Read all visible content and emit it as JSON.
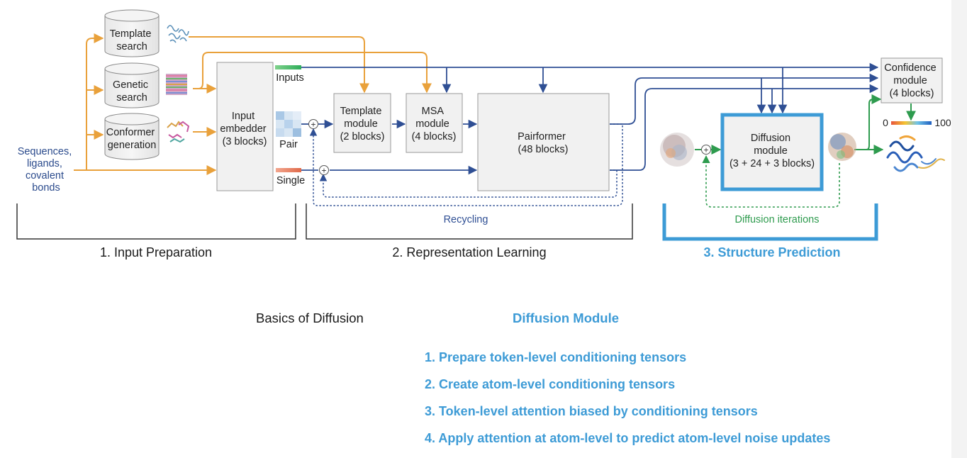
{
  "diagram": {
    "inputs": {
      "sequences": [
        "Sequences,",
        "ligands,",
        "covalent",
        "bonds"
      ]
    },
    "search_boxes": {
      "template_search": [
        "Template",
        "search"
      ],
      "genetic_search": [
        "Genetic",
        "search"
      ],
      "conformer_generation": [
        "Conformer",
        "generation"
      ]
    },
    "input_embedder": [
      "Input",
      "embedder",
      "(3 blocks)"
    ],
    "rep_labels": {
      "inputs": "Inputs",
      "pair": "Pair",
      "single": "Single"
    },
    "template_module": [
      "Template",
      "module",
      "(2 blocks)"
    ],
    "msa_module": [
      "MSA",
      "module",
      "(4 blocks)"
    ],
    "pairformer": [
      "Pairformer",
      "(48 blocks)"
    ],
    "recycling": "Recycling",
    "diffusion_module": [
      "Diffusion",
      "module",
      "(3 + 24 + 3 blocks)"
    ],
    "diffusion_iterations": "Diffusion iterations",
    "confidence_module": [
      "Confidence",
      "module",
      "(4 blocks)"
    ],
    "confidence_scale": {
      "min": "0",
      "max": "100"
    },
    "stages": [
      {
        "label": "1. Input Preparation"
      },
      {
        "label": "2. Representation Learning"
      },
      {
        "label": "3. Structure Prediction"
      }
    ],
    "plus_sign": "+"
  },
  "bottom": {
    "basics_title": "Basics of Diffusion",
    "diffusion_module_title": "Diffusion Module",
    "steps": [
      "1. Prepare token-level conditioning tensors",
      "2. Create atom-level conditioning tensors",
      "3. Token-level attention biased by conditioning tensors",
      "4. Apply attention at atom-level to predict atom-level noise updates"
    ]
  },
  "colors": {
    "orange": "#e9a13b",
    "navy": "#2f4f94",
    "accent_blue": "#3d9bd6",
    "green": "#2e9b4e"
  }
}
